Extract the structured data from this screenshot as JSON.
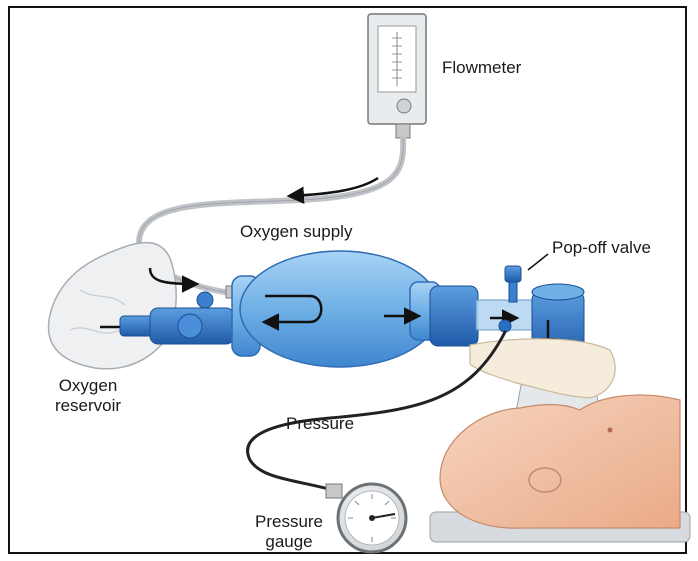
{
  "labels": {
    "flowmeter": "Flowmeter",
    "oxygen_supply": "Oxygen supply",
    "pop_off_valve": "Pop-off valve",
    "oxygen_reservoir_line1": "Oxygen",
    "oxygen_reservoir_line2": "reservoir",
    "pressure": "Pressure",
    "pressure_gauge_line1": "Pressure",
    "pressure_gauge_line2": "gauge"
  },
  "colors": {
    "bag_blue": "#6fb0e6",
    "valve_blue": "#2a6fc4",
    "skin": "#f2c4a8",
    "tube_gray": "#bfc3c7"
  }
}
